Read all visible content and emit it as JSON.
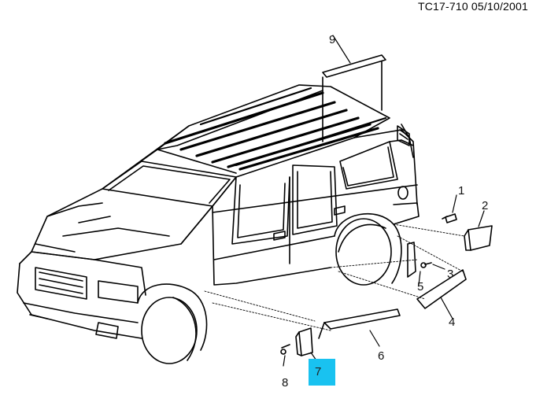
{
  "diagram": {
    "header_code": "TC17-710  05/10/2001",
    "highlight_color": "#19c2f0",
    "callouts": [
      {
        "id": "1",
        "label": "1"
      },
      {
        "id": "2",
        "label": "2"
      },
      {
        "id": "3",
        "label": "3"
      },
      {
        "id": "4",
        "label": "4"
      },
      {
        "id": "5",
        "label": "5"
      },
      {
        "id": "6",
        "label": "6"
      },
      {
        "id": "7",
        "label": "7",
        "highlighted": true
      },
      {
        "id": "8",
        "label": "8"
      },
      {
        "id": "9",
        "label": "9"
      }
    ]
  }
}
